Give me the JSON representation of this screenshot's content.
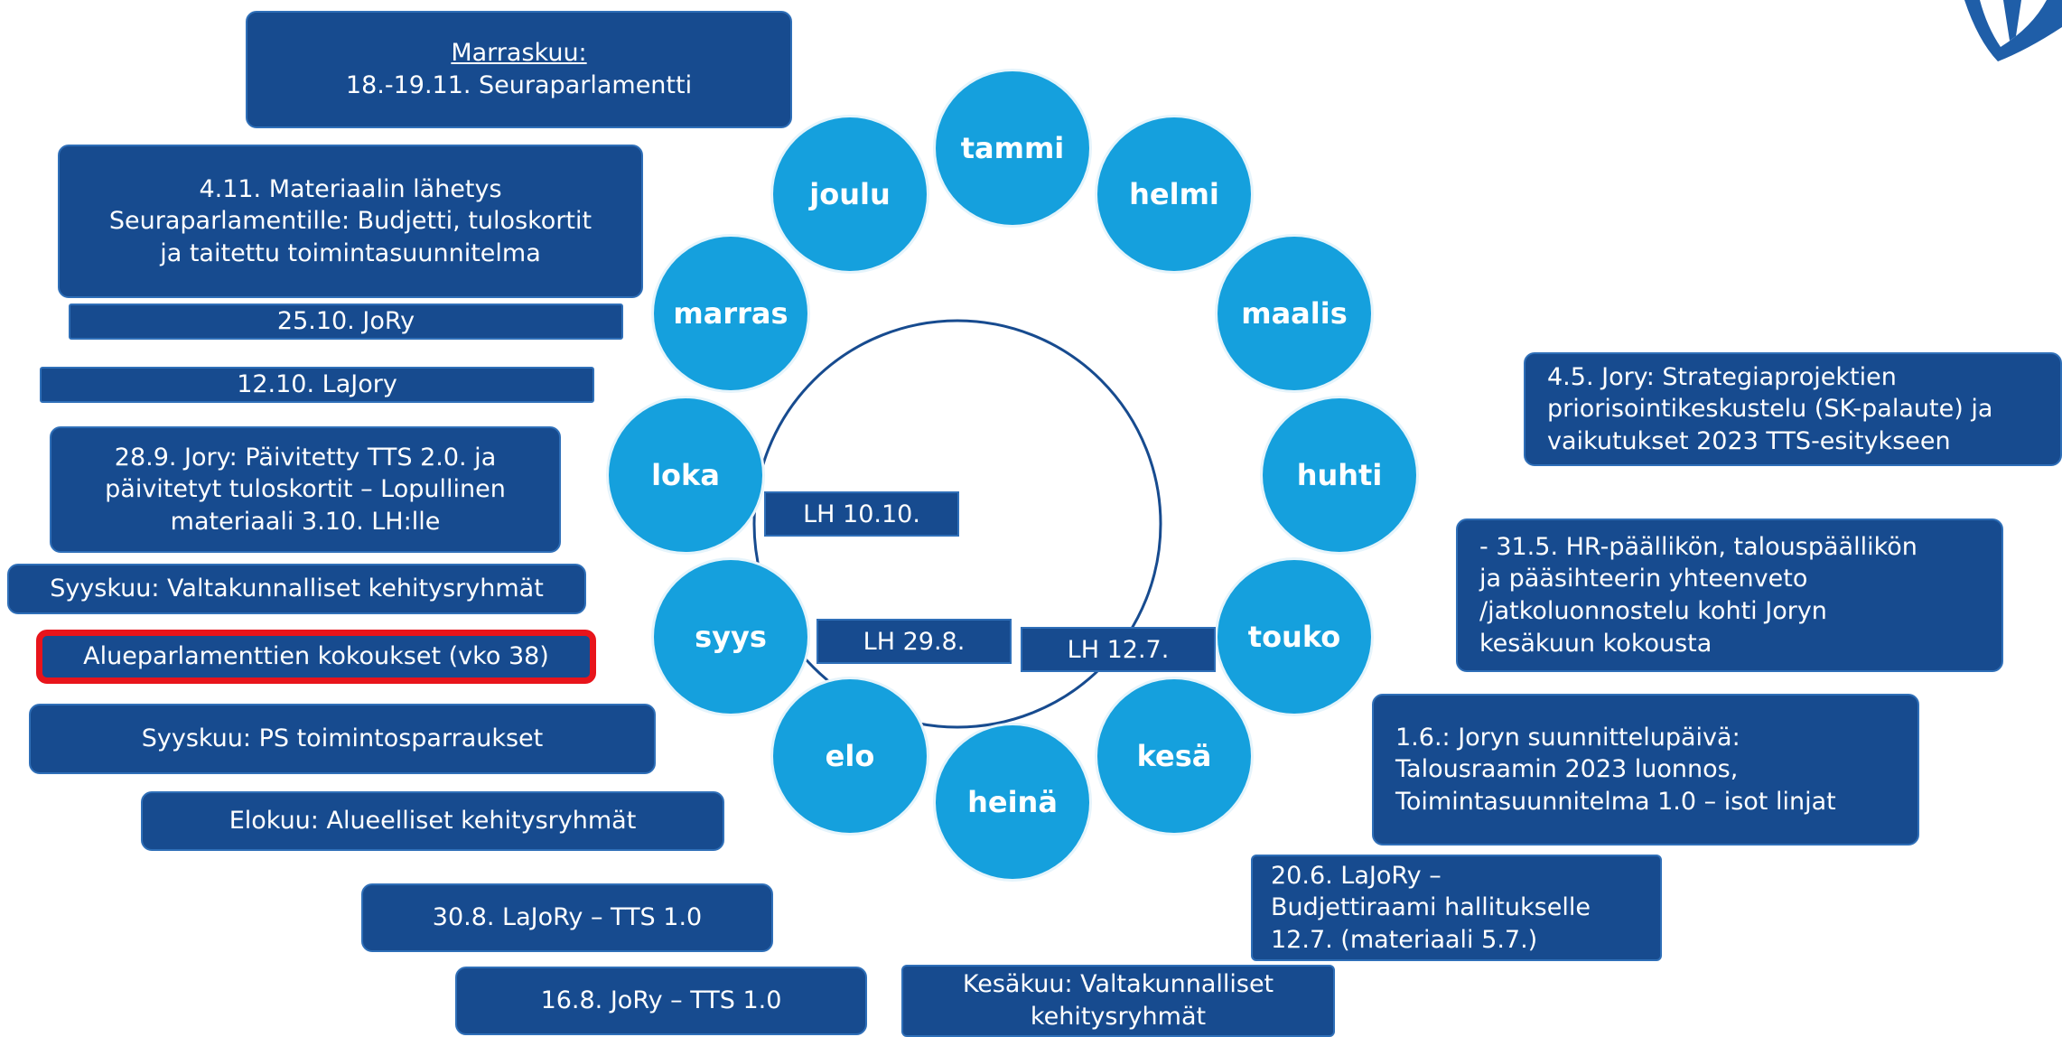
{
  "colors": {
    "box_fill": "#174b8f",
    "box_border": "#2f6fb8",
    "month_fill": "#15a0dd",
    "ring": "#174b8f",
    "highlight": "#e8141b"
  },
  "months": {
    "tammi": "tammi",
    "helmi": "helmi",
    "maalis": "maalis",
    "huhti": "huhti",
    "touko": "touko",
    "kesa": "kesä",
    "heina": "heinä",
    "elo": "elo",
    "syys": "syys",
    "loka": "loka",
    "marras": "marras",
    "joulu": "joulu"
  },
  "lh_labels": {
    "lh_10_10": "LH 10.10.",
    "lh_29_8": "LH 29.8.",
    "lh_12_7": "LH 12.7."
  },
  "left_boxes": {
    "marraskuu": {
      "heading": "Marraskuu:",
      "text": "18.-19.11. Seuraparlamentti"
    },
    "materiaali_4_11": {
      "line1": "4.11. Materiaalin lähetys",
      "line2": "Seuraparlamentille: Budjetti, tuloskortit",
      "line3": "ja taitettu toimintasuunnitelma"
    },
    "jory_25_10": "25.10. JoRy",
    "lajory_12_10": "12.10. LaJory",
    "jory_28_9": {
      "line1": "28.9. Jory: Päivitetty TTS 2.0. ja",
      "line2": "päivitetyt tuloskortit – Lopullinen",
      "line3": "materiaali 3.10. LH:lle"
    },
    "syyskuu_valtakunnalliset": "Syyskuu: Valtakunnalliset  kehitysryhmät",
    "alueparlamentit": "Alueparlamenttien kokoukset (vko 38)",
    "syyskuu_ps": "Syyskuu: PS toimintosparraukset",
    "elokuu_alueelliset": "Elokuu: Alueelliset kehitysryhmät",
    "lajory_30_8": "30.8. LaJoRy – TTS 1.0",
    "jory_16_8": "16.8. JoRy – TTS 1.0"
  },
  "right_boxes": {
    "jory_4_5": {
      "line1": "4.5. Jory: Strategiaprojektien",
      "line2": "priorisointikeskustelu (SK-palaute) ja",
      "line3": "vaikutukset 2023 TTS-esitykseen"
    },
    "hr_31_5": {
      "line1": "- 31.5. HR-päällikön, talouspäällikön",
      "line2": "ja pääsihteerin yhteenveto",
      "line3": "/jatkoluonnostelu kohti Joryn",
      "line4": "kesäkuun kokousta"
    },
    "suunnittelupaiva_1_6": {
      "line1": "1.6.: Joryn suunnittelupäivä:",
      "line2": "Talousraamin 2023 luonnos,",
      "line3": "Toimintasuunnitelma 1.0 – isot linjat"
    },
    "lajory_20_6": {
      "line1": "20.6. LaJoRy –",
      "line2": "Budjettiraami hallitukselle",
      "line3": "12.7. (materiaali 5.7.)"
    },
    "kesakuu_valtakunnalliset": {
      "line1": "Kesäkuu: Valtakunnalliset",
      "line2": "kehitysryhmät"
    }
  }
}
